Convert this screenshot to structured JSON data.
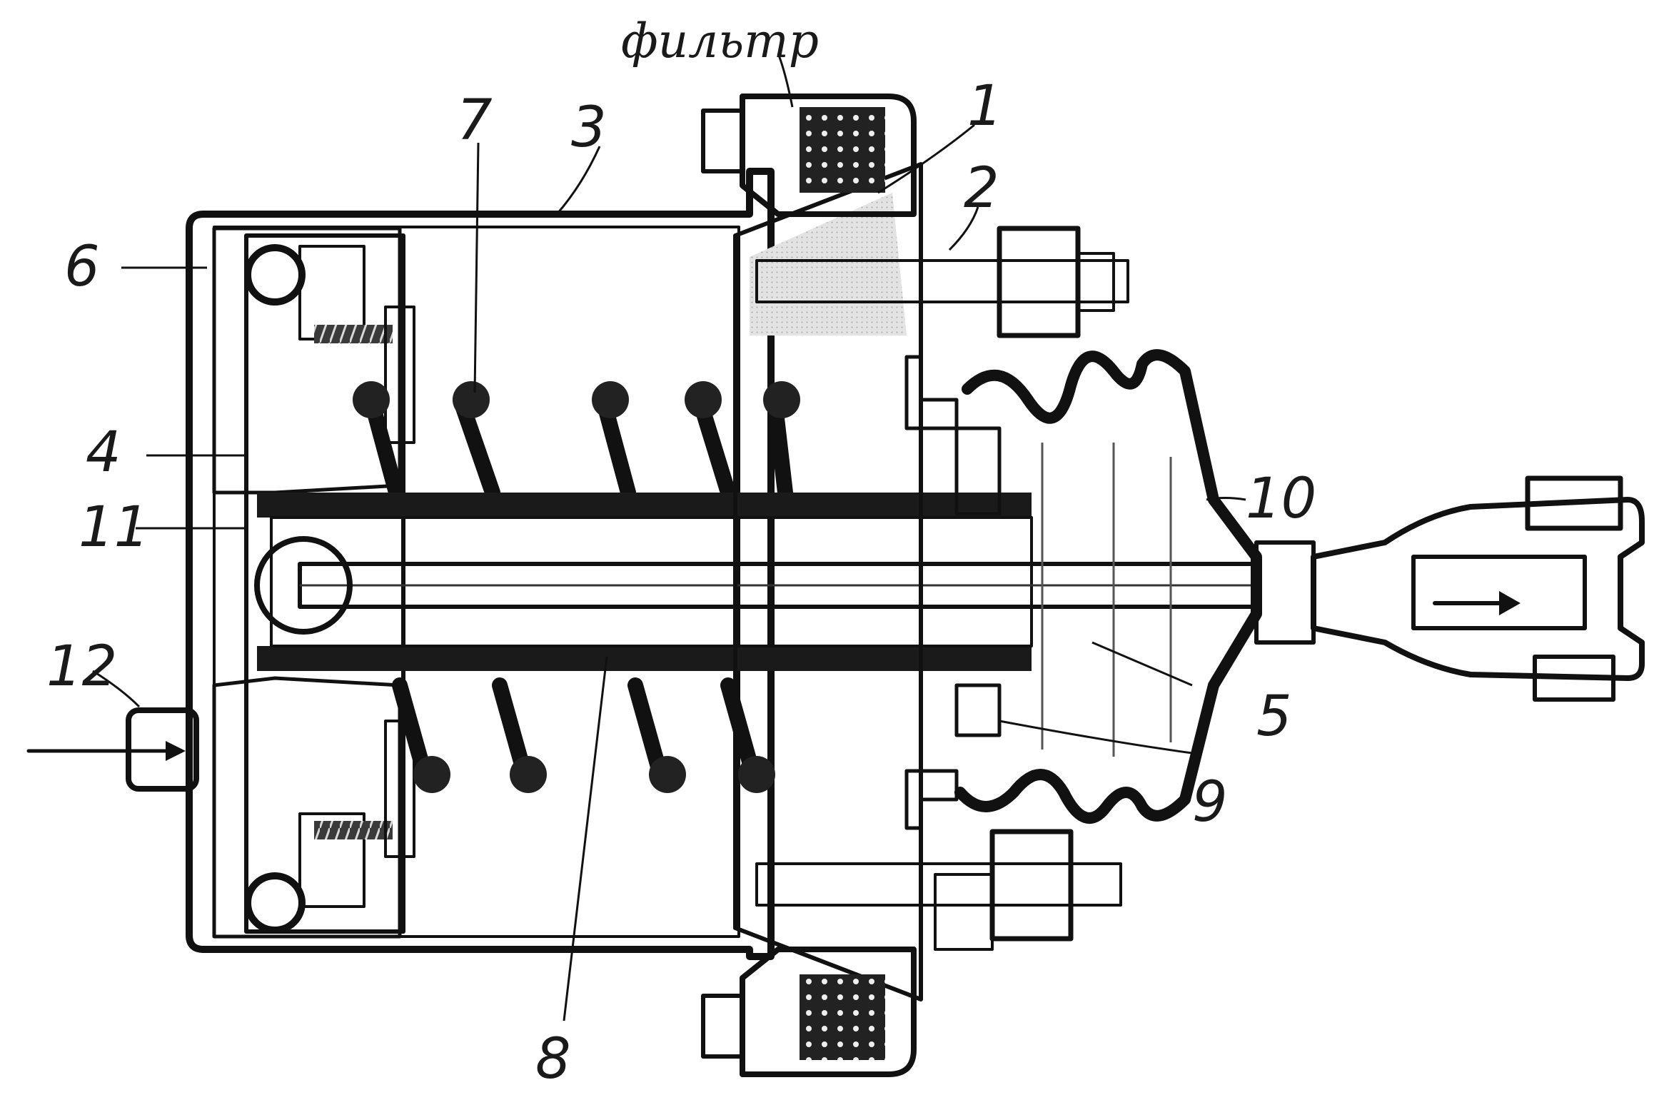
{
  "figure": {
    "title": "фильтр",
    "callouts": [
      {
        "id": "c1",
        "text": "1"
      },
      {
        "id": "c2",
        "text": "2"
      },
      {
        "id": "c3",
        "text": "3"
      },
      {
        "id": "c4",
        "text": "4"
      },
      {
        "id": "c5",
        "text": "5"
      },
      {
        "id": "c6",
        "text": "6"
      },
      {
        "id": "c7",
        "text": "7"
      },
      {
        "id": "c8",
        "text": "8"
      },
      {
        "id": "c9",
        "text": "9"
      },
      {
        "id": "c10",
        "text": "10"
      },
      {
        "id": "c11",
        "text": "11"
      },
      {
        "id": "c12",
        "text": "12"
      }
    ]
  }
}
